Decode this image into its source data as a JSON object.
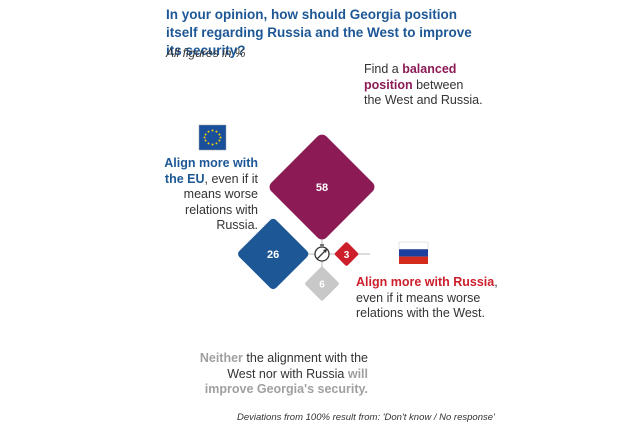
{
  "chart_data": {
    "type": "diamond-quadrant",
    "title": "In your opinion, how should Georgia position itself regarding Russia and the West to improve its security?",
    "subtitle": "All figures in %",
    "categories": [
      {
        "key": "balanced",
        "value": 58,
        "color": "#8b1a55",
        "label_parts": [
          "Find a ",
          "balanced position",
          " between the West and Russia."
        ]
      },
      {
        "key": "eu",
        "value": 26,
        "color": "#1d5796",
        "label_parts": [
          "Align more with the EU",
          ", even if it means worse relations with Russia."
        ]
      },
      {
        "key": "russia",
        "value": 3,
        "color": "#cc1f2b",
        "label_parts": [
          "Align more with Russia",
          ", even if it means worse relations with the West."
        ]
      },
      {
        "key": "neither",
        "value": 6,
        "color": "#c8c8c8",
        "label_parts": [
          "Neither",
          " the alignment with the West nor with Russia ",
          "will improve Georgia's security."
        ]
      }
    ],
    "footnote": "Deviations from 100% result from: 'Don't know / No response'"
  },
  "icons": {
    "eu": "eu-flag-icon",
    "russia": "russia-flag-icon",
    "center": "compass-icon"
  }
}
